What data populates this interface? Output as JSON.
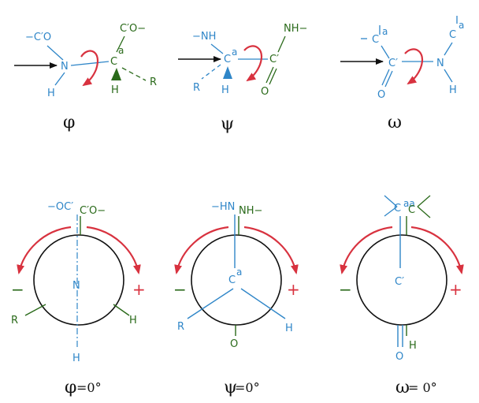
{
  "colors": {
    "blue": "#2f86c8",
    "green": "#2a6a1a",
    "red": "#d8323f",
    "black": "#111111"
  },
  "top": {
    "phi": {
      "co": "−C′O",
      "n": "N",
      "h": "H",
      "ca": "C",
      "ca_sup": "a",
      "cpo": "C′O−",
      "hb": "H",
      "r": "R",
      "symbol": "φ"
    },
    "psi": {
      "nh": "−NH",
      "ca": "C",
      "ca_sup": "a",
      "r": "R",
      "h": "H",
      "cp": "C′",
      "nh2": "NH−",
      "o": "O",
      "symbol": "ψ"
    },
    "omega": {
      "ca1": "C",
      "ca1_sup": "a",
      "cp": "C′",
      "o": "O",
      "n": "N",
      "h": "H",
      "ca2": "C",
      "ca2_sup": "a",
      "symbol": "ω"
    }
  },
  "bottom": {
    "phi": {
      "oc": "−OC′",
      "cpo": "C′O−",
      "n": "N",
      "r": "R",
      "h1": "H",
      "h2": "H",
      "minus": "−",
      "plus": "+",
      "symbol": "φ",
      "eq": "=0°"
    },
    "psi": {
      "hn": "−HN",
      "nh": "NH−",
      "ca": "C",
      "ca_sup": "a",
      "r": "R",
      "h": "H",
      "o": "O",
      "minus": "−",
      "plus": "+",
      "symbol": "ψ",
      "eq": "=0°"
    },
    "omega": {
      "ca1": "C",
      "sup": "aa",
      "ca2": "C",
      "cp": "C′",
      "h": "H",
      "o": "O",
      "minus": "−",
      "plus": "+",
      "symbol": "ω",
      "eq": "= 0°"
    }
  }
}
